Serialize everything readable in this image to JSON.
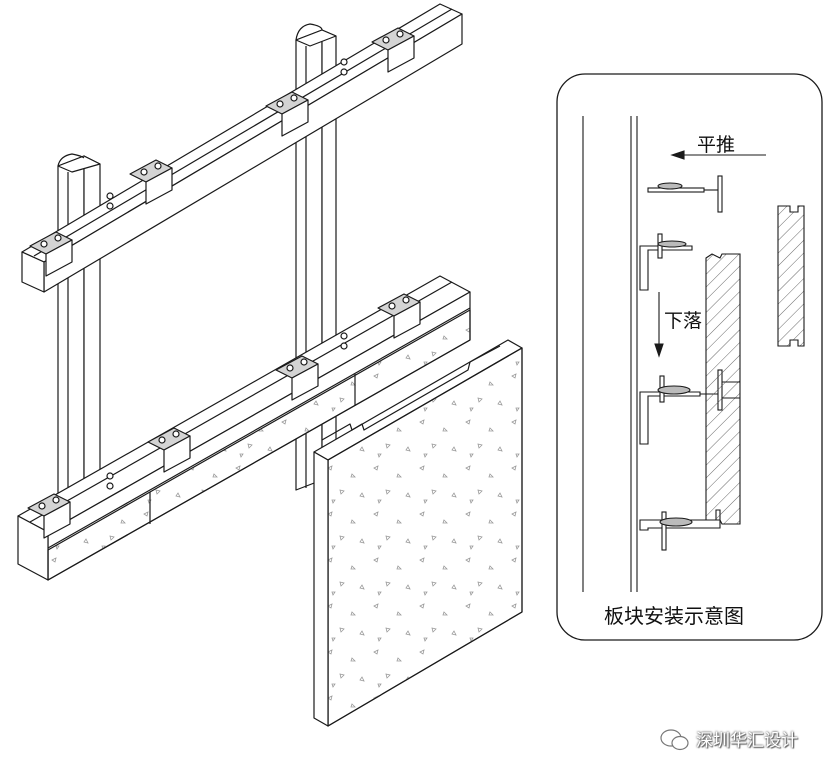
{
  "detail": {
    "push_label": "平推",
    "drop_label": "下落",
    "caption": "板块安装示意图"
  },
  "watermark": {
    "text": "深圳华汇设计",
    "icon": "wechat-icon"
  },
  "colors": {
    "line": "#1a1a1a",
    "fill": "#ffffff",
    "clip_fill": "#d4d4d4",
    "speckle": "#9a9a9a"
  }
}
